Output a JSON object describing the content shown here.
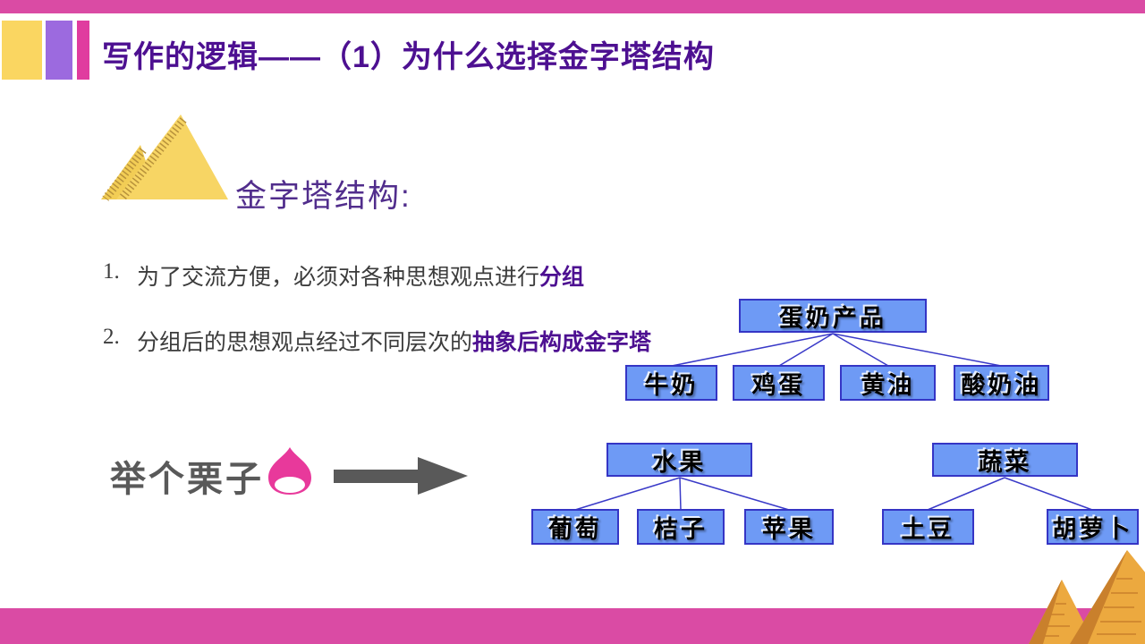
{
  "header": {
    "title": "写作的逻辑——（1）为什么选择金字塔结构"
  },
  "pyramid_section": {
    "heading": "金字塔结构:"
  },
  "list": [
    {
      "number": "1.",
      "text": "为了交流方便，必须对各种思想观点进行",
      "emphasis": "分组"
    },
    {
      "number": "2.",
      "text": "分组后的思想观点经过不同层次的",
      "emphasis": "抽象后构成金字塔"
    }
  ],
  "example": {
    "label": "举个栗子"
  },
  "trees": [
    {
      "parent": "蛋奶产品",
      "children": [
        "牛奶",
        "鸡蛋",
        "黄油",
        "酸奶油"
      ]
    },
    {
      "parent": "水果",
      "children": [
        "葡萄",
        "桔子",
        "苹果"
      ]
    },
    {
      "parent": "蔬菜",
      "children": [
        "土豆",
        "胡萝卜"
      ]
    }
  ],
  "icons": {
    "pyramid": "yellow-pyramids",
    "chestnut": "pink-chestnut",
    "arrow": "right-arrow",
    "corner": "orange-pyramids"
  },
  "colors": {
    "bar_pink": "#DA4BA4",
    "accent_yellow": "#FAD661",
    "accent_purple": "#9C6ADF",
    "accent_pink": "#E03C9F",
    "title_purple": "#4D1091",
    "box_blue": "#6E9AF5",
    "box_border": "#3535C5",
    "connector_blue": "#3A3AC8",
    "body_gray": "#3C3C3C",
    "example_gray": "#595959",
    "chestnut_pink": "#E8399B",
    "icon_yellow": "#F7D564",
    "corner_orange": "#ECA93F",
    "corner_orange_dark": "#C9802C"
  }
}
